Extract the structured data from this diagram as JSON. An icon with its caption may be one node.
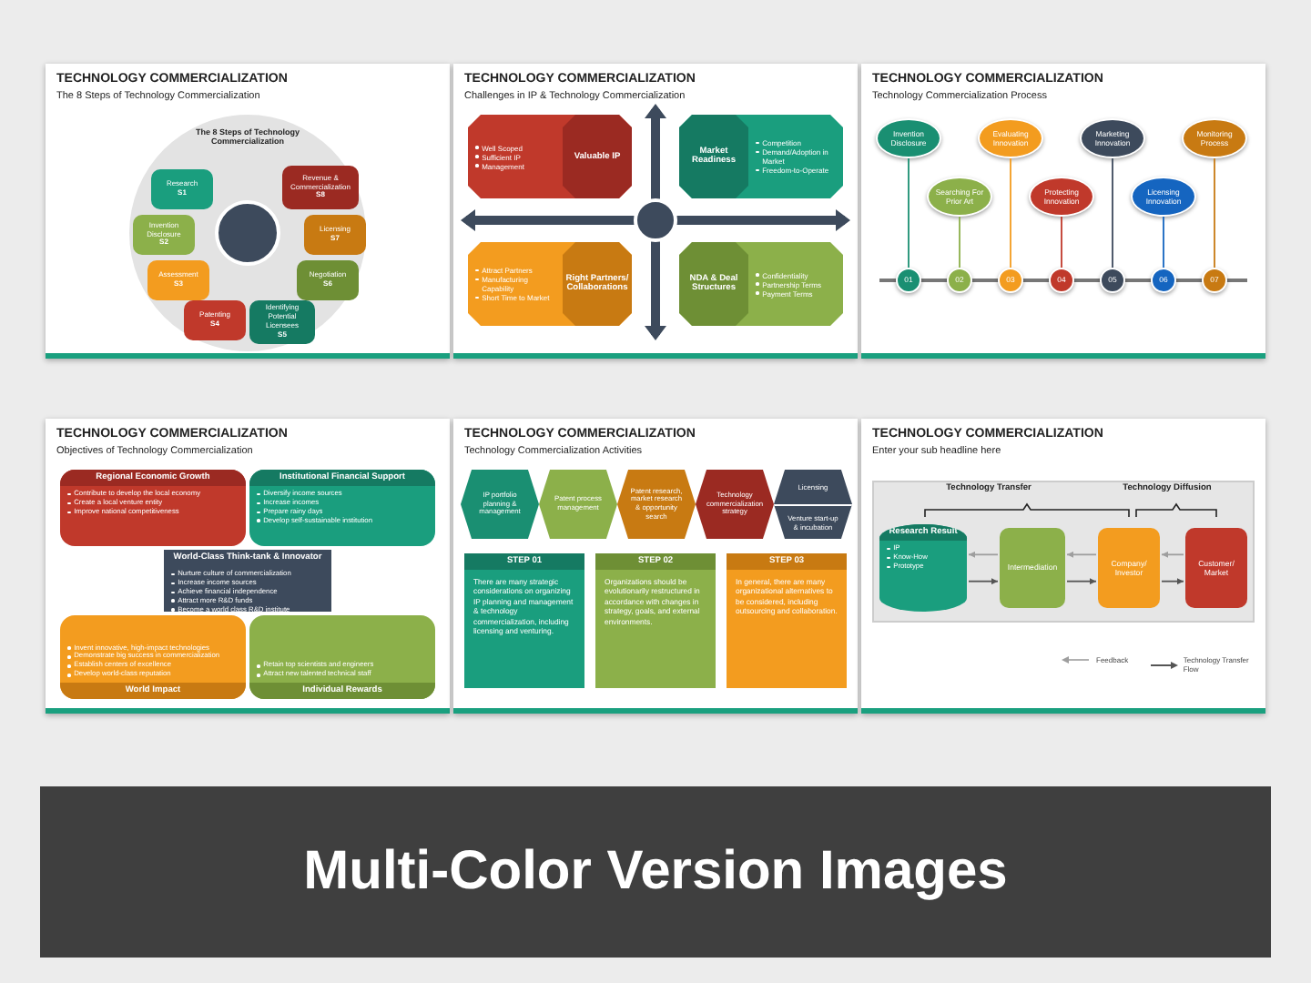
{
  "diagram": {
    "nodes": [
      {
        "text": [
          "TECHNOLOGY COMMERCIALIZATION",
          "The 8 Steps of Technology Commercialization"
        ]
      },
      {
        "text": [
          "The 8 Steps of Technology Commercialization"
        ],
        "in": 0
      },
      {
        "text": [
          "Research",
          "S1"
        ],
        "in": 1
      },
      {
        "text": [
          "Invention Disclosure",
          "S2"
        ],
        "in": 1
      },
      {
        "text": [
          "Assessment",
          "S3"
        ],
        "in": 1
      },
      {
        "text": [
          "Patenting",
          "S4"
        ],
        "in": 1
      },
      {
        "text": [
          "Identifying Potential Licensees",
          "S5"
        ],
        "in": 1
      },
      {
        "text": [
          "Negotiation",
          "S6"
        ],
        "in": 1
      },
      {
        "text": [
          "Licensing",
          "S7"
        ],
        "in": 1
      },
      {
        "text": [
          "Revenue & Commercialization",
          "S8"
        ],
        "in": 1
      },
      {
        "text": [],
        "shape": "circle",
        "in": 1
      },
      {
        "text": [
          "TECHNOLOGY COMMERCIALIZATION",
          "Challenges in IP & Technology Commercialization"
        ]
      },
      {
        "text": [
          "Valuable IP",
          "Well Scoped",
          "Sufficient IP",
          "Management"
        ],
        "in": 11
      },
      {
        "text": [
          "Market Readiness",
          "Competition",
          "Demand/Adoption in Market",
          "Freedom-to-Operate"
        ],
        "in": 11
      },
      {
        "text": [
          "Right Partners/ Collaborations",
          "Attract Partners",
          "Manufacturing Capability",
          "Short Time to Market"
        ],
        "in": 11
      },
      {
        "text": [
          "NDA & Deal Structures",
          "Confidentiality",
          "Partnership Terms",
          "Payment Terms"
        ],
        "in": 11
      },
      {
        "text": [],
        "shape": "circle",
        "in": 11
      },
      {
        "text": [
          "TECHNOLOGY COMMERCIALIZATION",
          "Technology Commercialization Process"
        ]
      },
      {
        "text": [
          "Invention Disclosure"
        ],
        "in": 17
      },
      {
        "text": [
          "Searching For Prior Art"
        ],
        "in": 17
      },
      {
        "text": [
          "Evaluating Innovation"
        ],
        "in": 17
      },
      {
        "text": [
          "Protecting Innovation"
        ],
        "in": 17
      },
      {
        "text": [
          "Marketing Innovation"
        ],
        "in": 17
      },
      {
        "text": [
          "Licensing Innovation"
        ],
        "in": 17
      },
      {
        "text": [
          "Monitoring Process"
        ],
        "in": 17
      },
      {
        "text": [
          "01"
        ],
        "in": 17
      },
      {
        "text": [
          "02"
        ],
        "in": 17
      },
      {
        "text": [
          "03"
        ],
        "in": 17
      },
      {
        "text": [
          "04"
        ],
        "in": 17
      },
      {
        "text": [
          "05"
        ],
        "in": 17
      },
      {
        "text": [
          "06"
        ],
        "in": 17
      },
      {
        "text": [
          "07"
        ],
        "in": 17
      },
      {
        "text": [
          "TECHNOLOGY COMMERCIALIZATION",
          "Objectives of Technology Commercialization"
        ]
      },
      {
        "text": [
          "Regional Economic Growth",
          "Contribute to develop the local economy",
          "Create a local venture entity",
          "Improve national competitiveness"
        ],
        "in": 32
      },
      {
        "text": [
          "Institutional Financial Support",
          "Diversify income sources",
          "Increase incomes",
          "Prepare rainy days",
          "Develop self-sustainable institution"
        ],
        "in": 32
      },
      {
        "text": [
          "Invent innovative, high-impact technologies",
          "Demonstrate big success in commercialization",
          "Establish centers of excellence",
          "Develop world-class reputation",
          "World Impact"
        ],
        "in": 32
      },
      {
        "text": [
          "Retain top scientists and engineers",
          "Attract new talented technical staff",
          "Individual Rewards"
        ],
        "in": 32
      },
      {
        "text": [
          "World-Class Think-tank & Innovator",
          "Nurture culture of commercialization",
          "Increase income sources",
          "Achieve financial independence",
          "Attract more R&D funds",
          "Become a world class R&D institute"
        ],
        "in": 32
      },
      {
        "text": [
          "TECHNOLOGY COMMERCIALIZATION",
          "Technology Commercialization Activities"
        ]
      },
      {
        "text": [
          "IP portfolio planning & management"
        ],
        "in": 38
      },
      {
        "text": [
          "Patent process management"
        ],
        "in": 38
      },
      {
        "text": [
          "Patent research, market research & opportunity search"
        ],
        "in": 38
      },
      {
        "text": [
          "Technology commercialization strategy"
        ],
        "in": 38
      },
      {
        "text": [
          "Licensing",
          "Venture start-up & incubation"
        ],
        "in": 38
      },
      {
        "text": [
          "STEP 01",
          "There are many strategic considerations on organizing IP planning and management & technology commercialization, including licensing and venturing."
        ],
        "in": 38
      },
      {
        "text": [
          "STEP 02",
          "Organizations should be evolutionarily restructured in accordance with changes in strategy, goals, and external environments."
        ],
        "in": 38
      },
      {
        "text": [
          "STEP 03",
          "In general, there are many organizational alternatives to be considered, including outsourcing and collaboration."
        ],
        "in": 38
      },
      {
        "text": [
          "TECHNOLOGY COMMERCIALIZATION",
          "Enter your sub headline here"
        ]
      },
      {
        "text": [
          "Research Result",
          "IP",
          "Know-How",
          "Prototype"
        ],
        "in": 47
      },
      {
        "text": [
          "Intermediation"
        ],
        "in": 47
      },
      {
        "text": [
          "Company/ Investor"
        ],
        "in": 47
      },
      {
        "text": [
          "Customer/ Market"
        ],
        "in": 47
      },
      {
        "text": [
          "Multi-Color Version Images"
        ]
      }
    ],
    "edges": [
      {
        "from": 18,
        "to": 25,
        "arrow": "none",
        "color": "#1a8f72"
      },
      {
        "from": 19,
        "to": 26,
        "arrow": "none",
        "color": "#8cb04a"
      },
      {
        "from": 20,
        "to": 27,
        "arrow": "none",
        "color": "#f39c1f"
      },
      {
        "from": 21,
        "to": 28,
        "arrow": "none",
        "color": "#c0392b"
      },
      {
        "from": 22,
        "to": 29,
        "arrow": "none",
        "color": "#3d4a5c"
      },
      {
        "from": 23,
        "to": 30,
        "arrow": "none",
        "color": "#1565c0"
      },
      {
        "from": 24,
        "to": 31,
        "arrow": "none",
        "color": "#c87a12"
      },
      {
        "from": 49,
        "to": 48,
        "arrow": "to",
        "color": "#9e9e9e"
      },
      {
        "from": 48,
        "to": 49,
        "arrow": "to"
      },
      {
        "from": 50,
        "to": 49,
        "arrow": "to",
        "color": "#9e9e9e"
      },
      {
        "from": 49,
        "to": 50,
        "arrow": "to"
      },
      {
        "from": 51,
        "to": 50,
        "arrow": "to",
        "color": "#9e9e9e"
      },
      {
        "from": 50,
        "to": 51,
        "arrow": "to"
      }
    ],
    "labels": [
      "Technology Transfer",
      "Technology Diffusion"
    ],
    "legend": [
      {
        "text": "Feedback"
      },
      {
        "text": "Technology Transfer Flow"
      }
    ]
  }
}
